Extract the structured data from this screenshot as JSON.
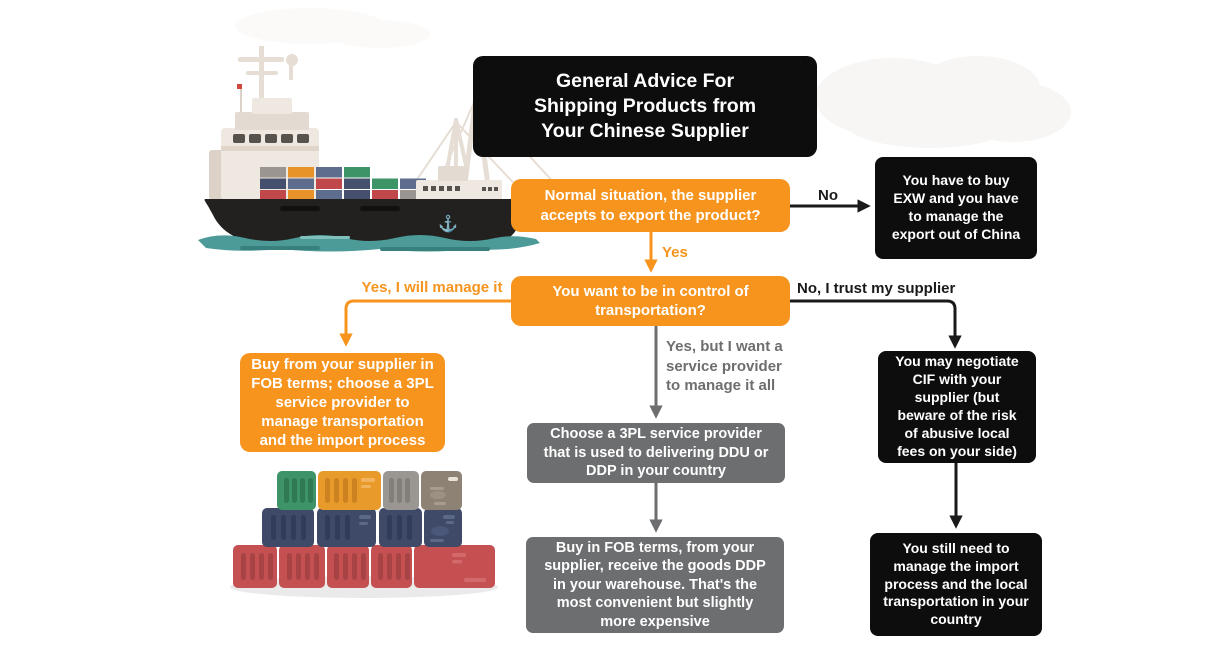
{
  "title": {
    "text": "General Advice For Shipping Products from Your Chinese Supplier"
  },
  "flowchart": {
    "nodes": {
      "q1": {
        "type": "question",
        "color": "orange",
        "text": "Normal situation, the supplier accepts to export the product?"
      },
      "exw": {
        "type": "outcome",
        "color": "black",
        "text": "You have to buy EXW and you have to manage the export out of China"
      },
      "q2": {
        "type": "question",
        "color": "orange",
        "text": "You want to be in control of transportation?"
      },
      "fob3pl": {
        "type": "outcome",
        "color": "orange",
        "text": "Buy from your supplier in FOB terms; choose a 3PL service provider to manage transportation and the import process"
      },
      "cif": {
        "type": "outcome",
        "color": "black",
        "text": "You may negotiate CIF with your supplier (but beware of the risk of abusive local fees on your side)"
      },
      "ddu": {
        "type": "step",
        "color": "gray",
        "text": "Choose a 3PL service provider that is used to delivering DDU or DDP in your country"
      },
      "fobddp": {
        "type": "step",
        "color": "gray",
        "text": "Buy in FOB terms, from your supplier, receive the goods DDP in your warehouse. That's the most convenient but slightly more expensive"
      },
      "import": {
        "type": "outcome",
        "color": "black",
        "text": "You still need to manage the import process and the local transportation in your country"
      }
    },
    "edge_labels": {
      "no": "No",
      "yes": "Yes",
      "yes_manage": "Yes, I will manage it",
      "no_trust": "No, I trust my supplier",
      "yes_service": "Yes, but I want a service provider to manage it all"
    }
  },
  "colors": {
    "accent_orange": "#F6941E",
    "accent_gray": "#6D6E70",
    "accent_black": "#0D0D0D",
    "node_text": "#FFFFFF",
    "water_teal": "#4D9B99"
  },
  "illustrations": {
    "ship": "cargo-ship-illustration",
    "containers": "container-stack-illustration",
    "clouds": "cloud-decoration"
  }
}
